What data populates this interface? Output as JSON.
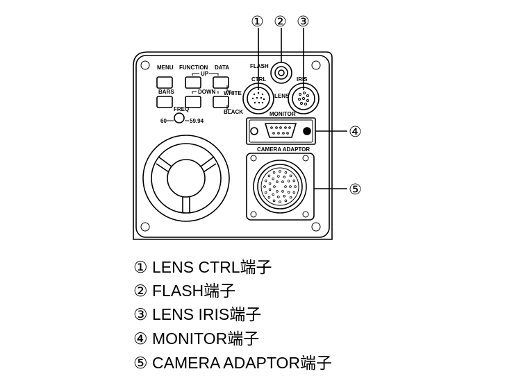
{
  "panel_labels": {
    "menu": "MENU",
    "function": "FUNCTION",
    "data": "DATA",
    "up": "UP",
    "bars": "BARS",
    "down": "DOWN",
    "white": "WHITE",
    "black": "BLACK",
    "freq": "FREQ",
    "freq_60": "60",
    "freq_5994": "59.94",
    "flash": "FLASH",
    "ctrl": "CTRL",
    "iris": "IRIS",
    "lens": "LENS",
    "monitor": "MONITOR",
    "camera_adaptor": "CAMERA ADAPTOR"
  },
  "callouts": [
    "①",
    "②",
    "③",
    "④",
    "⑤"
  ],
  "legend": [
    "① LENS CTRL端子",
    "② FLASH端子",
    "③ LENS IRIS端子",
    "④ MONITOR端子",
    "⑤ CAMERA ADAPTOR端子"
  ]
}
